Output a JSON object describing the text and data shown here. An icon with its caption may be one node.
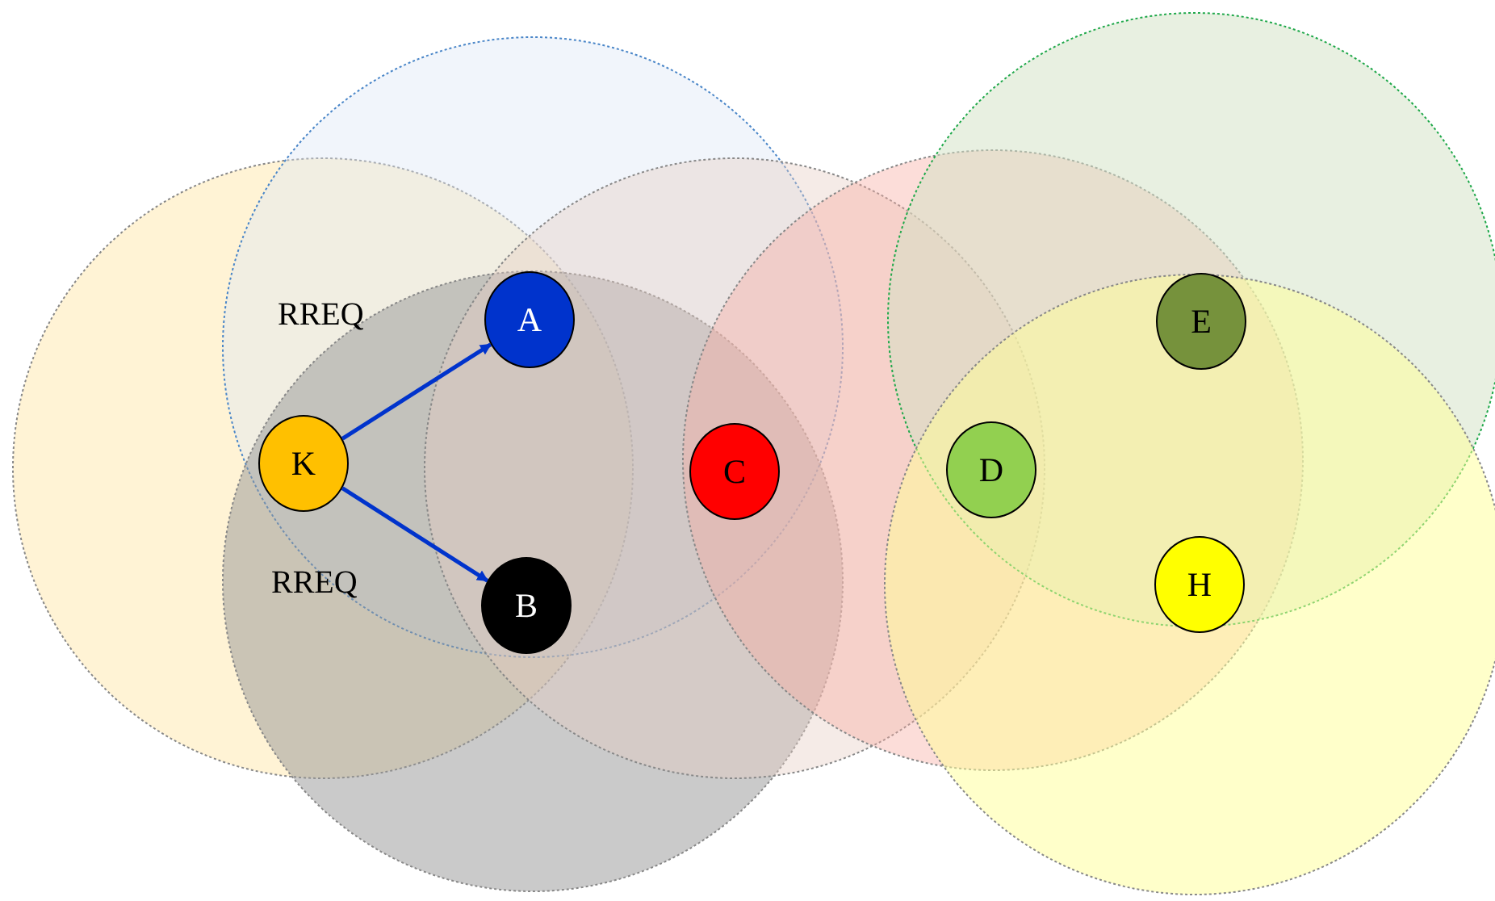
{
  "diagram": {
    "nodes": [
      {
        "text": [
          "K"
        ]
      },
      {
        "text": [
          "A"
        ]
      },
      {
        "text": [
          "B"
        ]
      },
      {
        "text": [
          "C"
        ]
      },
      {
        "text": [
          "D"
        ]
      },
      {
        "text": [
          "E"
        ]
      },
      {
        "text": [
          "H"
        ]
      }
    ],
    "edges": [
      {
        "from": 0,
        "to": 1,
        "arrow": "to",
        "label": "RREQ"
      },
      {
        "from": 0,
        "to": 2,
        "arrow": "to",
        "label": "RREQ"
      }
    ]
  }
}
